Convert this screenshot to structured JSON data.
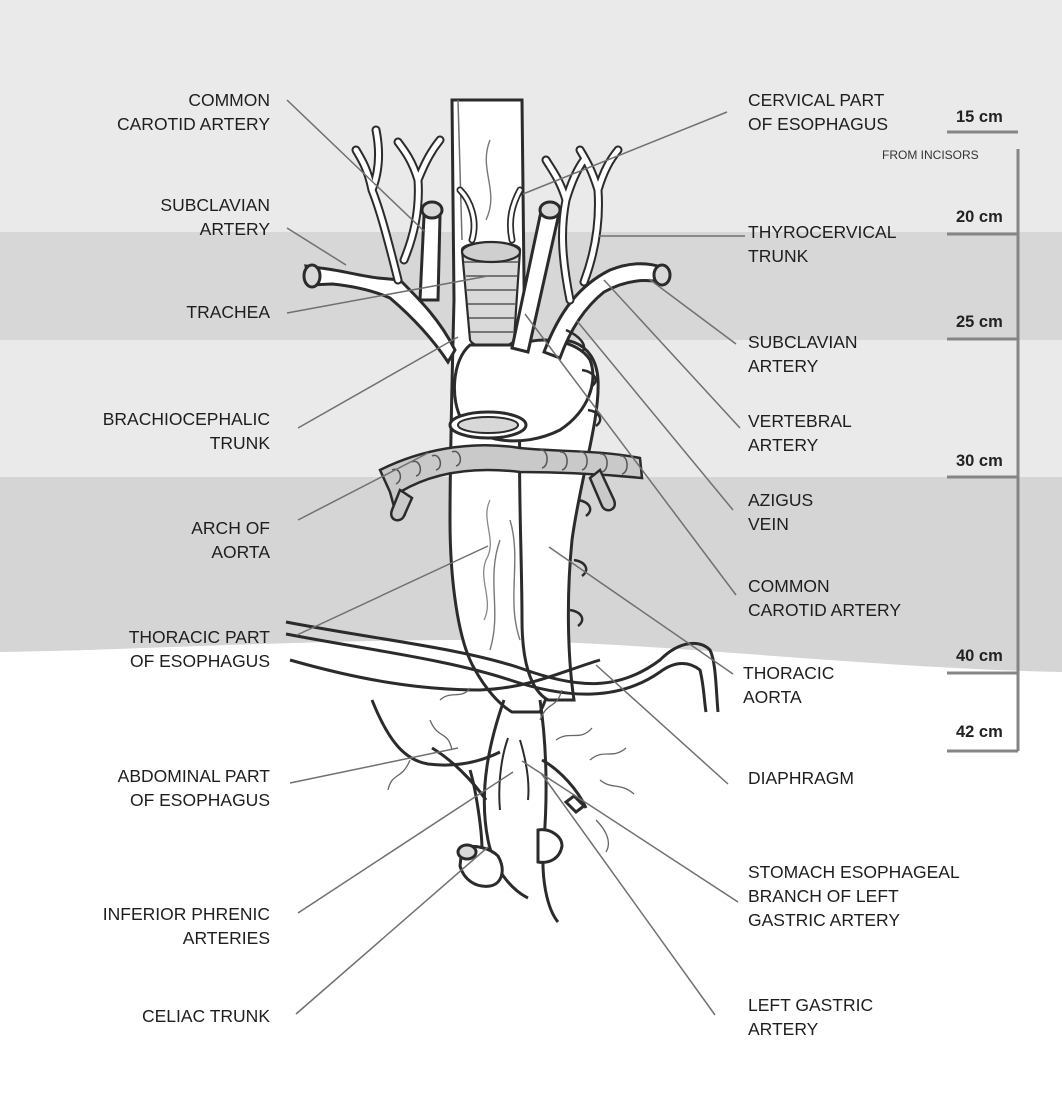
{
  "labels_left": [
    {
      "id": "common-carotid-artery-left",
      "lines": [
        "COMMON",
        "CAROTID ARTERY"
      ]
    },
    {
      "id": "subclavian-artery-left",
      "lines": [
        "SUBCLAVIAN",
        "ARTERY"
      ]
    },
    {
      "id": "trachea",
      "lines": [
        "TRACHEA"
      ]
    },
    {
      "id": "brachiocephalic-trunk",
      "lines": [
        "BRACHIOCEPHALIC",
        "TRUNK"
      ]
    },
    {
      "id": "arch-of-aorta",
      "lines": [
        "ARCH OF",
        "AORTA"
      ]
    },
    {
      "id": "thoracic-part-of-esophagus",
      "lines": [
        "THORACIC PART",
        "OF ESOPHAGUS"
      ]
    },
    {
      "id": "abdominal-part-of-esophagus",
      "lines": [
        "ABDOMINAL PART",
        "OF ESOPHAGUS"
      ]
    },
    {
      "id": "inferior-phrenic-arteries",
      "lines": [
        "INFERIOR PHRENIC",
        "ARTERIES"
      ]
    },
    {
      "id": "celiac-trunk",
      "lines": [
        "CELIAC TRUNK"
      ]
    }
  ],
  "labels_right": [
    {
      "id": "cervical-part-of-esophagus",
      "lines": [
        "CERVICAL PART",
        "OF ESOPHAGUS"
      ]
    },
    {
      "id": "thyrocervical-trunk",
      "lines": [
        "THYROCERVICAL",
        "TRUNK"
      ]
    },
    {
      "id": "subclavian-artery-right",
      "lines": [
        "SUBCLAVIAN",
        "ARTERY"
      ]
    },
    {
      "id": "vertebral-artery",
      "lines": [
        "VERTEBRAL",
        "ARTERY"
      ]
    },
    {
      "id": "azigus-vein",
      "lines": [
        "AZIGUS",
        "VEIN"
      ]
    },
    {
      "id": "common-carotid-artery-right",
      "lines": [
        "COMMON",
        "CAROTID ARTERY"
      ]
    },
    {
      "id": "thoracic-aorta",
      "lines": [
        "THORACIC",
        "AORTA"
      ]
    },
    {
      "id": "diaphragm",
      "lines": [
        "DIAPHRAGM"
      ]
    },
    {
      "id": "stomach-esophageal-branch",
      "lines": [
        "STOMACH ESOPHAGEAL",
        "BRANCH OF LEFT",
        "GASTRIC ARTERY"
      ]
    },
    {
      "id": "left-gastric-artery",
      "lines": [
        "LEFT GASTRIC",
        "ARTERY"
      ]
    }
  ],
  "scale": {
    "marks": [
      "15 cm",
      "20 cm",
      "25 cm",
      "30 cm",
      "40 cm",
      "42 cm"
    ],
    "note": "FROM INCISORS"
  },
  "colors": {
    "band_light": "#eaeaea",
    "band_dark": "#d5d5d5",
    "line": "#707070",
    "outline": "#2b2b2b",
    "scale": "#858585"
  }
}
